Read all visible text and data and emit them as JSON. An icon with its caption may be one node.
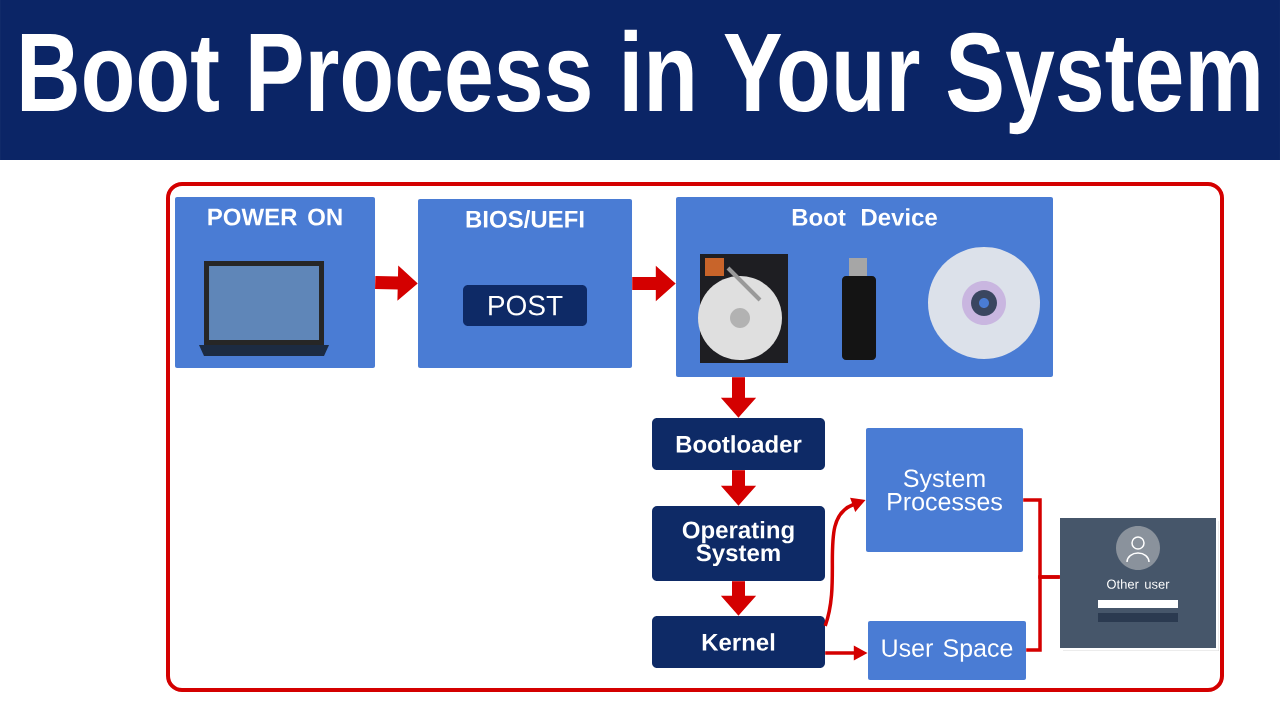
{
  "diagram": {
    "title": "Boot Process in Your System",
    "nodes": [
      {
        "text": [
          "POWER ON"
        ]
      },
      {
        "text": [
          "BIOS/UEFI"
        ]
      },
      {
        "text": [
          "POST"
        ],
        "in": 1
      },
      {
        "text": [
          "Boot Device"
        ]
      },
      {
        "text": [
          "Bootloader"
        ]
      },
      {
        "text": [
          "Operating System"
        ]
      },
      {
        "text": [
          "Kernel"
        ]
      },
      {
        "text": [
          "System Processes"
        ]
      },
      {
        "text": [
          "User Space"
        ]
      },
      {
        "text": [
          "Other user"
        ]
      }
    ],
    "edges": [
      {
        "from": 0,
        "to": 1,
        "arrow": "to"
      },
      {
        "from": 1,
        "to": 3,
        "arrow": "to"
      },
      {
        "from": 3,
        "to": 4,
        "arrow": "to"
      },
      {
        "from": 4,
        "to": 5,
        "arrow": "to"
      },
      {
        "from": 5,
        "to": 6,
        "arrow": "to"
      },
      {
        "from": 6,
        "to": 7,
        "arrow": "to"
      },
      {
        "from": 6,
        "to": 8,
        "arrow": "to"
      },
      {
        "from": 7,
        "to": 9,
        "arrow": "none"
      },
      {
        "from": 8,
        "to": 9,
        "arrow": "none"
      }
    ]
  }
}
